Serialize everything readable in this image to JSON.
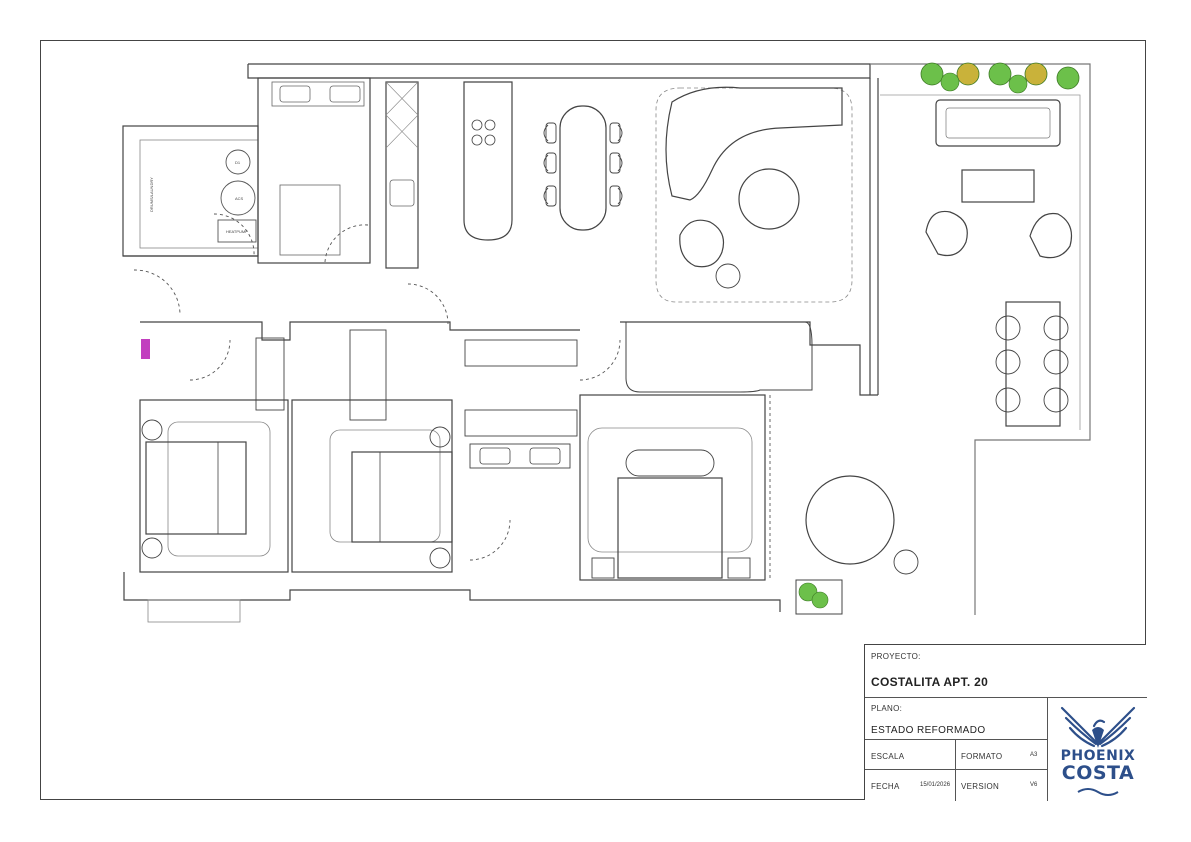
{
  "title_block": {
    "proyecto_label": "PROYECTO:",
    "proyecto_value": "COSTALITA APT. 20",
    "plano_label": "PLANO:",
    "plano_value": "ESTADO REFORMADO",
    "escala_label": "ESCALA",
    "formato_label": "FORMATO",
    "formato_value": "A3",
    "fecha_label": "FECHA",
    "fecha_value": "15/01/2026",
    "version_label": "VERSION",
    "version_value": "V6"
  },
  "logo": {
    "line1": "PHOENIX",
    "line2": "COSTA",
    "color": "#2d4f8a"
  },
  "plan_labels": {
    "laundry_tag": "DRUMS/LAUNDRY",
    "heat_tag": "HEATPUMP",
    "tank_small": "D1",
    "tank_large": "ACS"
  },
  "colors": {
    "wall": "#444444",
    "furniture": "#555555",
    "accent_magenta": "#c23fbf",
    "plant_green": "#6cc04a",
    "plant_yellow": "#c9b23a"
  }
}
